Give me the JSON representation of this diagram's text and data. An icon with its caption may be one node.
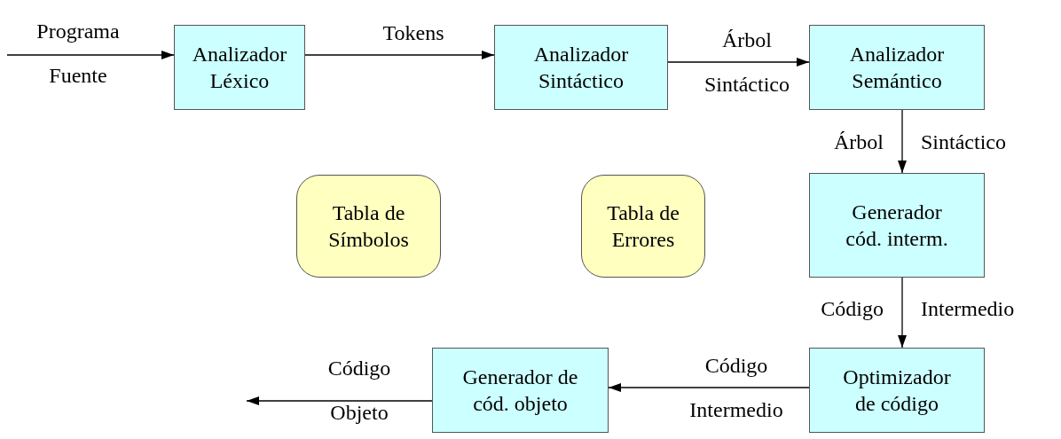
{
  "diagram": {
    "nodes": [
      {
        "text": [
          "Analizador Léxico"
        ]
      },
      {
        "text": [
          "Analizador Sintáctico"
        ]
      },
      {
        "text": [
          "Analizador Semántico"
        ]
      },
      {
        "text": [
          "Tabla de Símbolos"
        ]
      },
      {
        "text": [
          "Tabla de Errores"
        ]
      },
      {
        "text": [
          "Generador cód. interm."
        ]
      },
      {
        "text": [
          "Optimizador de código"
        ]
      },
      {
        "text": [
          "Generador de cód. objeto"
        ]
      }
    ],
    "edges": [
      {
        "from": null,
        "to": 0,
        "arrow": "to",
        "label": "Programa Fuente"
      },
      {
        "from": 0,
        "to": 1,
        "arrow": "to",
        "label": "Tokens"
      },
      {
        "from": 1,
        "to": 2,
        "arrow": "to",
        "label": "Árbol Sintáctico"
      },
      {
        "from": 2,
        "to": 5,
        "arrow": "to",
        "label": "Árbol Sintáctico"
      },
      {
        "from": 5,
        "to": 6,
        "arrow": "to",
        "label": "Código Intermedio"
      },
      {
        "from": 6,
        "to": 7,
        "arrow": "to",
        "label": "Código Intermedio"
      },
      {
        "from": 7,
        "to": null,
        "arrow": "to",
        "label": "Código Objeto"
      }
    ]
  }
}
